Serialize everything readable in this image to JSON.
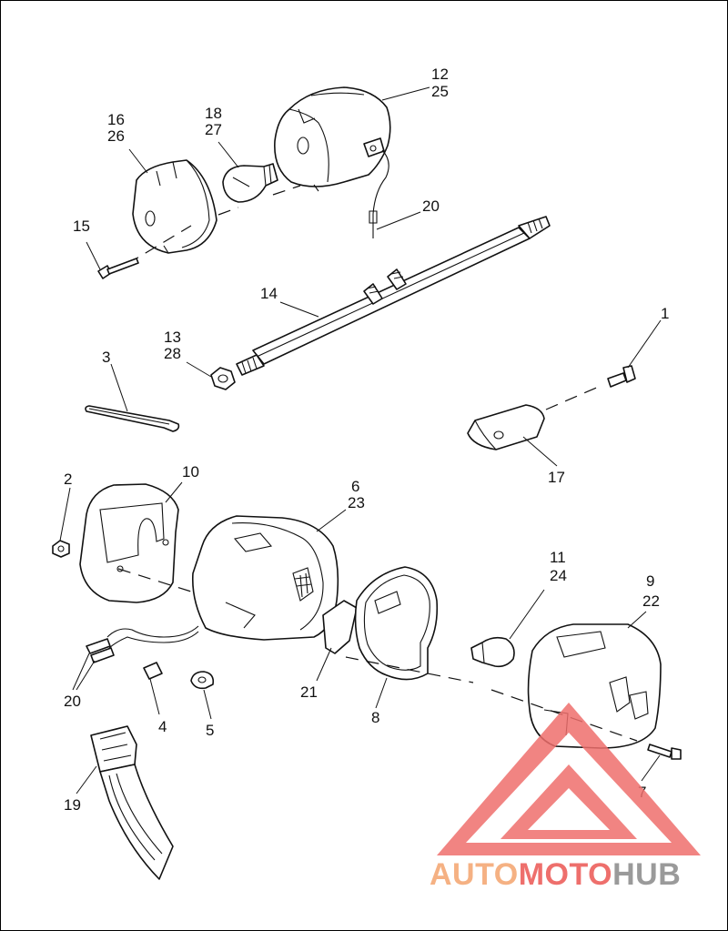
{
  "callouts": {
    "c1": "1",
    "c2": "2",
    "c3": "3",
    "c4": "4",
    "c5": "5",
    "c6": "6",
    "c23": "23",
    "c7": "7",
    "c8": "8",
    "c9": "9",
    "c22": "22",
    "c10": "10",
    "c11": "11",
    "c24": "24",
    "c12": "12",
    "c25": "25",
    "c13": "13",
    "c28": "28",
    "c14": "14",
    "c15": "15",
    "c16": "16",
    "c26": "26",
    "c17": "17",
    "c18": "18",
    "c27": "27",
    "c19": "19",
    "c20a": "20",
    "c20b": "20",
    "c21": "21"
  },
  "watermark": {
    "text_orange": "AUTO",
    "text_red": "MOTO",
    "text_gray": "HUB",
    "color_orange": "#f5b183",
    "color_red": "#ee6f6c",
    "color_gray": "#9a9a9a"
  }
}
